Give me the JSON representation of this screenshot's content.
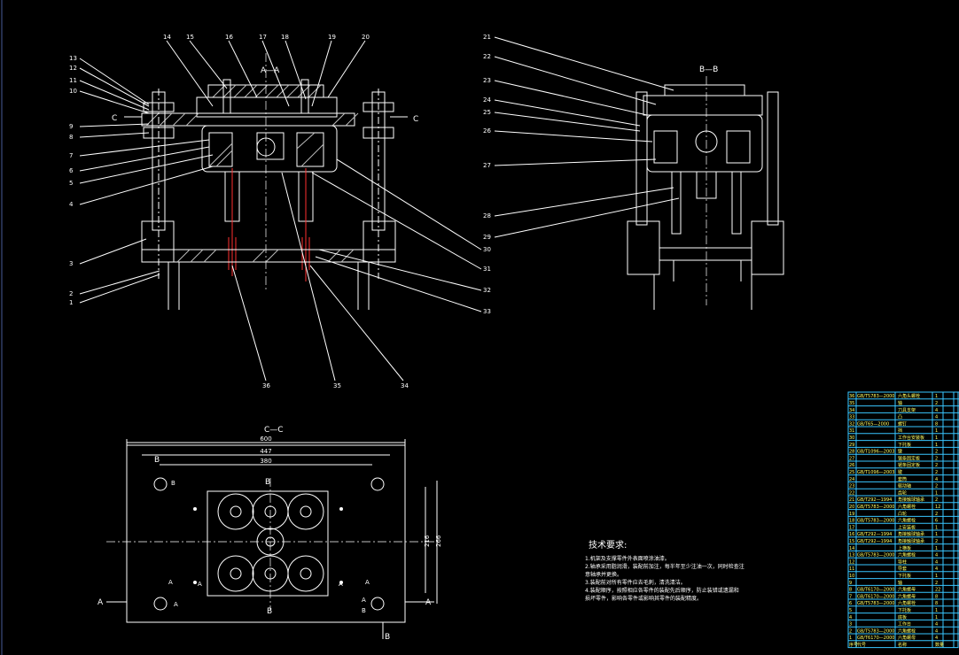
{
  "view_aa": {
    "title": "A—A",
    "section_left": "C",
    "section_right": "C"
  },
  "view_bb": {
    "title": "B—B"
  },
  "view_cc": {
    "title": "C—C",
    "dims": {
      "d600": "600",
      "d447": "447",
      "d380": "380",
      "d216": "216",
      "d266": "266"
    },
    "letters": {
      "b_top": "B",
      "b_bottom": "B",
      "b_mark": "B",
      "a_left": "A",
      "a_right": "A",
      "a_mid_l1": "A",
      "a_mid_l2": "A",
      "a_mid_r1": "A",
      "a_mid_r2": "A",
      "a_bot_l": "A",
      "a_bot_r": "A",
      "b_small1": "B",
      "b_small2": "B",
      "b_small3": "B"
    }
  },
  "callouts_left": [
    "13",
    "12",
    "11",
    "10",
    "9",
    "8",
    "7",
    "6",
    "5",
    "4",
    "3",
    "2",
    "1"
  ],
  "callouts_top": [
    "14",
    "15",
    "16",
    "17",
    "18",
    "19",
    "20"
  ],
  "callouts_right_a": [
    "30",
    "31",
    "32",
    "33"
  ],
  "callouts_bottom": [
    "36",
    "35",
    "34"
  ],
  "callouts_bb": [
    "21",
    "22",
    "23",
    "24",
    "25",
    "26",
    "27",
    "28",
    "29"
  ],
  "tech": {
    "title": "技术要求:",
    "lines": [
      "1.机架及支撑零件外表面喷涂油漆。",
      "2.轴承采用脂润滑，装配前加注，每半年至少注油一次，同时检查注",
      "意轴承并更换。",
      "3.装配前对所有零件应去毛刺，清洗清洁。",
      "4.装配顺序，按照相应各零件的装配先后顺序，防止装错或遗漏和",
      "损坏零件，影响各零件或影响其零件的装配精度。"
    ]
  },
  "colors": {
    "line": "#ffffff",
    "red": "#ff3030",
    "table": "#39c6ff",
    "text": "#ffff66"
  },
  "bom": {
    "rows": [
      [
        "36",
        "GB/T5783—2000",
        "六角头螺栓",
        "1"
      ],
      [
        "35",
        "",
        "轴",
        "2"
      ],
      [
        "34",
        "",
        "刀具支架",
        "4"
      ],
      [
        "33",
        "",
        "凸",
        "4"
      ],
      [
        "32",
        "GB/T65—2000",
        "螺钉",
        "8"
      ],
      [
        "31",
        "",
        "挡",
        "1"
      ],
      [
        "30",
        "",
        "工作台安装板",
        "1"
      ],
      [
        "29",
        "",
        "下托板",
        "1"
      ],
      [
        "28",
        "GB/T1096—2003",
        "键",
        "2"
      ],
      [
        "27",
        "",
        "锯条固定板",
        "2"
      ],
      [
        "26",
        "",
        "锯条固定板",
        "2"
      ],
      [
        "25",
        "GB/T1096—2003",
        "键",
        "2"
      ],
      [
        "24",
        "",
        "套筒",
        "4"
      ],
      [
        "23",
        "",
        "驱动轴",
        "2"
      ],
      [
        "22",
        "",
        "齿轮",
        "1"
      ],
      [
        "21",
        "GB/T292—1994",
        "角接触球轴承",
        "2"
      ],
      [
        "20",
        "GB/T5783—2000",
        "六角螺栓",
        "12"
      ],
      [
        "19",
        "",
        "凸轮",
        "2"
      ],
      [
        "18",
        "GB/T5783—2000",
        "六角螺栓",
        "6"
      ],
      [
        "17",
        "",
        "上安装板",
        "1"
      ],
      [
        "16",
        "GB/T292—1994",
        "角接触球轴承",
        "1"
      ],
      [
        "15",
        "GB/T292—1994",
        "角接触球轴承",
        "2"
      ],
      [
        "14",
        "",
        "上横板",
        "1"
      ],
      [
        "13",
        "GB/T5783—2000",
        "六角螺栓",
        "4"
      ],
      [
        "12",
        "",
        "导柱",
        "4"
      ],
      [
        "11",
        "",
        "导套",
        "4"
      ],
      [
        "10",
        "",
        "下托板",
        "1"
      ],
      [
        "9",
        "",
        "轴",
        "2"
      ],
      [
        "8",
        "GB/T6170—2000",
        "六角螺母",
        "22"
      ],
      [
        "7",
        "GB/T6170—2000",
        "六角螺母",
        "8"
      ],
      [
        "6",
        "GB/T5783—2000",
        "六角螺栓",
        "8"
      ],
      [
        "5",
        "",
        "下托板",
        "1"
      ],
      [
        "4",
        "",
        "底板",
        "1"
      ],
      [
        "3",
        "",
        "工作台",
        "4"
      ],
      [
        "2",
        "GB/T5783—2000",
        "六角螺栓",
        "4"
      ],
      [
        "1",
        "GB/T6170—2000",
        "六角螺母",
        "4"
      ],
      [
        "序号",
        "代号",
        "名称",
        "数量"
      ]
    ]
  }
}
